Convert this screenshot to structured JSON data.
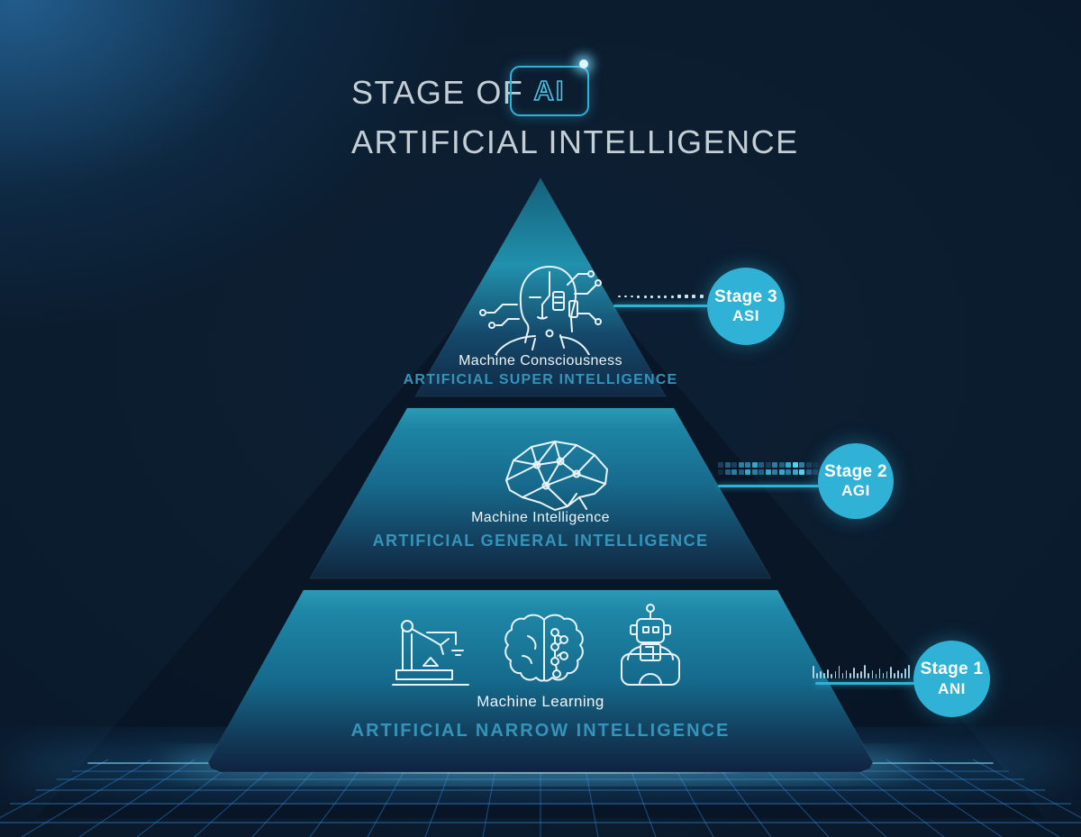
{
  "title": {
    "prefix": "STAGE OF",
    "logo": "AI",
    "subtitle": "ARTIFICIAL INTELLIGENCE"
  },
  "tiers": [
    {
      "name": "asi",
      "icon": "cyborg-head-icon",
      "label": "Machine Consciousness",
      "sublabel": "ARTIFICIAL SUPER INTELLIGENCE",
      "stage_label": "Stage 3",
      "stage_abbr": "ASI",
      "connector_style": "dotted"
    },
    {
      "name": "agi",
      "icon": "network-brain-icon",
      "label": "Machine Intelligence",
      "sublabel": "ARTIFICIAL GENERAL INTELLIGENCE",
      "stage_label": "Stage 2",
      "stage_abbr": "AGI",
      "connector_style": "pixel-blocks"
    },
    {
      "name": "ani",
      "icons": [
        "robot-arm-icon",
        "circuit-brain-icon",
        "robot-desk-icon"
      ],
      "label": "Machine Learning",
      "sublabel": "ARTIFICIAL NARROW INTELLIGENCE",
      "stage_label": "Stage 1",
      "stage_abbr": "ANI",
      "connector_style": "ruler-ticks"
    }
  ],
  "colors": {
    "accent": "#2fb2d6",
    "badge": "#2fb2d6",
    "sublabel": "#3494ba",
    "label": "#eef5f8",
    "title": "#c4ced6",
    "grid_line": "#3f8fd8",
    "pixel_bright": "#52d2ee"
  }
}
